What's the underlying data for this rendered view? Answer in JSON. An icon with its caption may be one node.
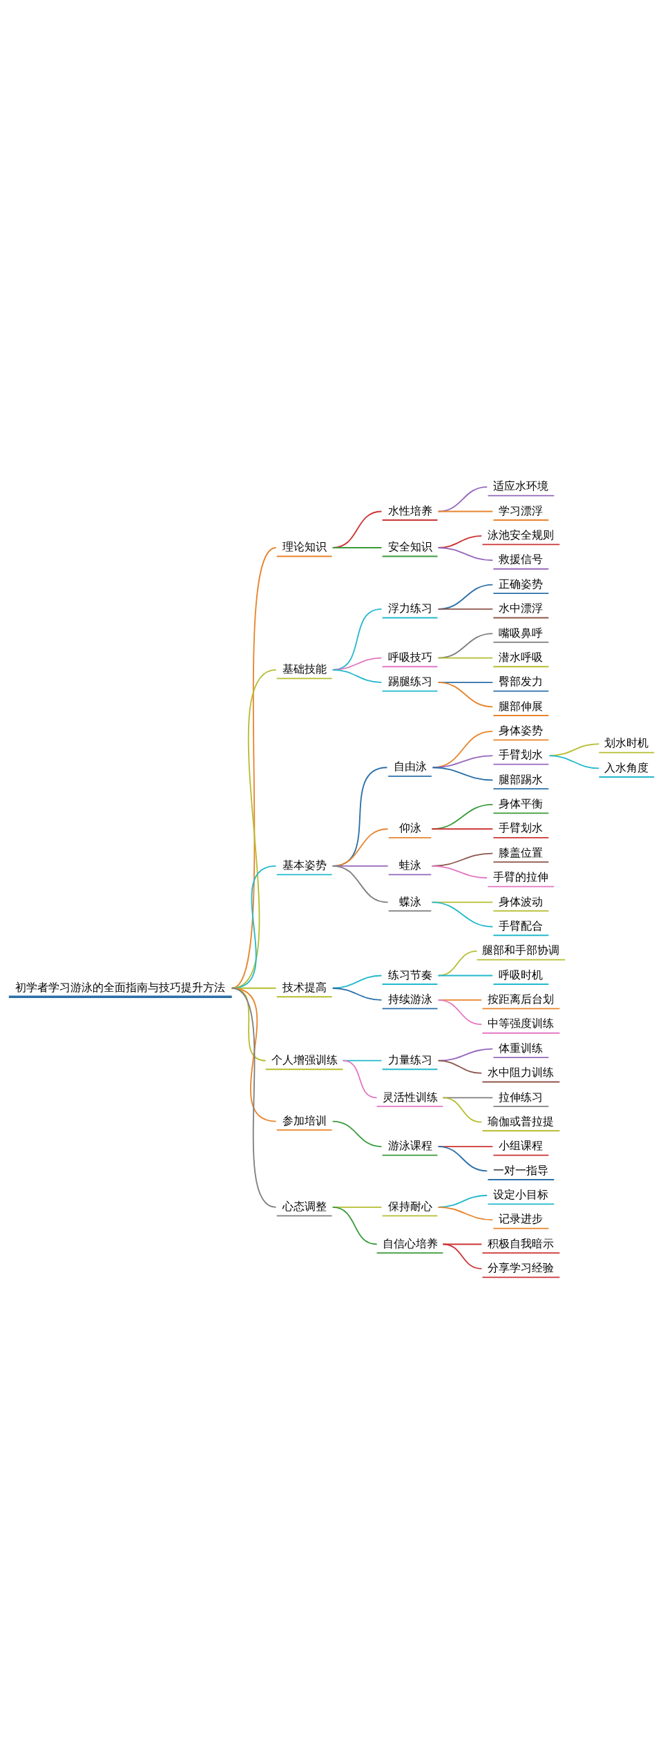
{
  "diagram": {
    "nodes": [
      {
        "text": [
          "初学者学习游泳的全面指南与技巧提升方法"
        ]
      },
      {
        "text": [
          "理论知识"
        ]
      },
      {
        "text": [
          "水性培养"
        ]
      },
      {
        "text": [
          "适应水环境"
        ]
      },
      {
        "text": [
          "学习漂浮"
        ]
      },
      {
        "text": [
          "安全知识"
        ]
      },
      {
        "text": [
          "泳池安全规则"
        ]
      },
      {
        "text": [
          "救援信号"
        ]
      },
      {
        "text": [
          "基础技能"
        ]
      },
      {
        "text": [
          "浮力练习"
        ]
      },
      {
        "text": [
          "正确姿势"
        ]
      },
      {
        "text": [
          "水中漂浮"
        ]
      },
      {
        "text": [
          "呼吸技巧"
        ]
      },
      {
        "text": [
          "嘴吸鼻呼"
        ]
      },
      {
        "text": [
          "潜水呼吸"
        ]
      },
      {
        "text": [
          "踢腿练习"
        ]
      },
      {
        "text": [
          "臀部发力"
        ]
      },
      {
        "text": [
          "腿部伸展"
        ]
      },
      {
        "text": [
          "基本姿势"
        ]
      },
      {
        "text": [
          "自由泳"
        ]
      },
      {
        "text": [
          "身体姿势"
        ]
      },
      {
        "text": [
          "手臂划水"
        ]
      },
      {
        "text": [
          "划水时机"
        ]
      },
      {
        "text": [
          "入水角度"
        ]
      },
      {
        "text": [
          "腿部踢水"
        ]
      },
      {
        "text": [
          "仰泳"
        ]
      },
      {
        "text": [
          "身体平衡"
        ]
      },
      {
        "text": [
          "手臂划水"
        ]
      },
      {
        "text": [
          "蛙泳"
        ]
      },
      {
        "text": [
          "膝盖位置"
        ]
      },
      {
        "text": [
          "手臂的拉伸"
        ]
      },
      {
        "text": [
          "蝶泳"
        ]
      },
      {
        "text": [
          "身体波动"
        ]
      },
      {
        "text": [
          "手臂配合"
        ]
      },
      {
        "text": [
          "技术提高"
        ]
      },
      {
        "text": [
          "练习节奏"
        ]
      },
      {
        "text": [
          "腿部和手部协调"
        ]
      },
      {
        "text": [
          "呼吸时机"
        ]
      },
      {
        "text": [
          "持续游泳"
        ]
      },
      {
        "text": [
          "按距离后台划"
        ]
      },
      {
        "text": [
          "中等强度训练"
        ]
      },
      {
        "text": [
          "个人增强训练"
        ]
      },
      {
        "text": [
          "力量练习"
        ]
      },
      {
        "text": [
          "体重训练"
        ]
      },
      {
        "text": [
          "水中阻力训练"
        ]
      },
      {
        "text": [
          "灵活性训练"
        ]
      },
      {
        "text": [
          "拉伸练习"
        ]
      },
      {
        "text": [
          "瑜伽或普拉提"
        ]
      },
      {
        "text": [
          "参加培训"
        ]
      },
      {
        "text": [
          "游泳课程"
        ]
      },
      {
        "text": [
          "小组课程"
        ]
      },
      {
        "text": [
          "一对一指导"
        ]
      },
      {
        "text": [
          "心态调整"
        ]
      },
      {
        "text": [
          "保持耐心"
        ]
      },
      {
        "text": [
          "设定小目标"
        ]
      },
      {
        "text": [
          "记录进步"
        ]
      },
      {
        "text": [
          "自信心培养"
        ]
      },
      {
        "text": [
          "积极自我暗示"
        ]
      },
      {
        "text": [
          "分享学习经验"
        ]
      }
    ],
    "edges": [
      {
        "from": 0,
        "to": 1,
        "arrow": "none",
        "color": "#e8842c"
      },
      {
        "from": 1,
        "to": 2,
        "arrow": "none",
        "color": "#cc3333"
      },
      {
        "from": 2,
        "to": 3,
        "arrow": "none",
        "color": "#9467bd"
      },
      {
        "from": 2,
        "to": 4,
        "arrow": "none",
        "color": "#e8842c"
      },
      {
        "from": 1,
        "to": 5,
        "arrow": "none",
        "color": "#3a9a3a"
      },
      {
        "from": 5,
        "to": 6,
        "arrow": "none",
        "color": "#cc3333"
      },
      {
        "from": 5,
        "to": 7,
        "arrow": "none",
        "color": "#9467bd"
      },
      {
        "from": 0,
        "to": 8,
        "arrow": "none",
        "color": "#b5bd2e"
      },
      {
        "from": 8,
        "to": 9,
        "arrow": "none",
        "color": "#23b8cc"
      },
      {
        "from": 9,
        "to": 10,
        "arrow": "none",
        "color": "#2a6fa8"
      },
      {
        "from": 9,
        "to": 11,
        "arrow": "none",
        "color": "#8c564b"
      },
      {
        "from": 8,
        "to": 12,
        "arrow": "none",
        "color": "#e377c2"
      },
      {
        "from": 12,
        "to": 13,
        "arrow": "none",
        "color": "#7f7f7f"
      },
      {
        "from": 12,
        "to": 14,
        "arrow": "none",
        "color": "#b5bd2e"
      },
      {
        "from": 8,
        "to": 15,
        "arrow": "none",
        "color": "#23b8cc"
      },
      {
        "from": 15,
        "to": 16,
        "arrow": "none",
        "color": "#2a6fa8"
      },
      {
        "from": 15,
        "to": 17,
        "arrow": "none",
        "color": "#e8842c"
      },
      {
        "from": 0,
        "to": 18,
        "arrow": "none",
        "color": "#23b8cc"
      },
      {
        "from": 18,
        "to": 19,
        "arrow": "none",
        "color": "#2a6fa8"
      },
      {
        "from": 19,
        "to": 20,
        "arrow": "none",
        "color": "#e8842c"
      },
      {
        "from": 19,
        "to": 21,
        "arrow": "none",
        "color": "#9467bd"
      },
      {
        "from": 21,
        "to": 22,
        "arrow": "none",
        "color": "#b5bd2e"
      },
      {
        "from": 21,
        "to": 23,
        "arrow": "none",
        "color": "#23b8cc"
      },
      {
        "from": 19,
        "to": 24,
        "arrow": "none",
        "color": "#2a6fa8"
      },
      {
        "from": 18,
        "to": 25,
        "arrow": "none",
        "color": "#e8842c"
      },
      {
        "from": 25,
        "to": 26,
        "arrow": "none",
        "color": "#3a9a3a"
      },
      {
        "from": 25,
        "to": 27,
        "arrow": "none",
        "color": "#cc3333"
      },
      {
        "from": 18,
        "to": 28,
        "arrow": "none",
        "color": "#9467bd"
      },
      {
        "from": 28,
        "to": 29,
        "arrow": "none",
        "color": "#8c564b"
      },
      {
        "from": 28,
        "to": 30,
        "arrow": "none",
        "color": "#e377c2"
      },
      {
        "from": 18,
        "to": 31,
        "arrow": "none",
        "color": "#7f7f7f"
      },
      {
        "from": 31,
        "to": 32,
        "arrow": "none",
        "color": "#b5bd2e"
      },
      {
        "from": 31,
        "to": 33,
        "arrow": "none",
        "color": "#23b8cc"
      },
      {
        "from": 0,
        "to": 34,
        "arrow": "none",
        "color": "#b5bd2e"
      },
      {
        "from": 34,
        "to": 35,
        "arrow": "none",
        "color": "#23b8cc"
      },
      {
        "from": 35,
        "to": 36,
        "arrow": "none",
        "color": "#b5bd2e"
      },
      {
        "from": 35,
        "to": 37,
        "arrow": "none",
        "color": "#23b8cc"
      },
      {
        "from": 34,
        "to": 38,
        "arrow": "none",
        "color": "#2a6fa8"
      },
      {
        "from": 38,
        "to": 39,
        "arrow": "none",
        "color": "#e8842c"
      },
      {
        "from": 38,
        "to": 40,
        "arrow": "none",
        "color": "#e377c2"
      },
      {
        "from": 0,
        "to": 41,
        "arrow": "none",
        "color": "#b5bd2e"
      },
      {
        "from": 41,
        "to": 42,
        "arrow": "none",
        "color": "#23b8cc"
      },
      {
        "from": 42,
        "to": 43,
        "arrow": "none",
        "color": "#9467bd"
      },
      {
        "from": 42,
        "to": 44,
        "arrow": "none",
        "color": "#8c564b"
      },
      {
        "from": 41,
        "to": 45,
        "arrow": "none",
        "color": "#e377c2"
      },
      {
        "from": 45,
        "to": 46,
        "arrow": "none",
        "color": "#7f7f7f"
      },
      {
        "from": 45,
        "to": 47,
        "arrow": "none",
        "color": "#b5bd2e"
      },
      {
        "from": 0,
        "to": 48,
        "arrow": "none",
        "color": "#e8842c"
      },
      {
        "from": 48,
        "to": 49,
        "arrow": "none",
        "color": "#3a9a3a"
      },
      {
        "from": 49,
        "to": 50,
        "arrow": "none",
        "color": "#cc3333"
      },
      {
        "from": 49,
        "to": 51,
        "arrow": "none",
        "color": "#2a6fa8"
      },
      {
        "from": 0,
        "to": 52,
        "arrow": "none",
        "color": "#7f7f7f"
      },
      {
        "from": 52,
        "to": 53,
        "arrow": "none",
        "color": "#b5bd2e"
      },
      {
        "from": 53,
        "to": 54,
        "arrow": "none",
        "color": "#23b8cc"
      },
      {
        "from": 53,
        "to": 55,
        "arrow": "none",
        "color": "#e8842c"
      },
      {
        "from": 52,
        "to": 56,
        "arrow": "none",
        "color": "#3a9a3a"
      },
      {
        "from": 56,
        "to": 57,
        "arrow": "none",
        "color": "#cc3333"
      },
      {
        "from": 56,
        "to": 58,
        "arrow": "none",
        "color": "#cc3333"
      }
    ]
  }
}
